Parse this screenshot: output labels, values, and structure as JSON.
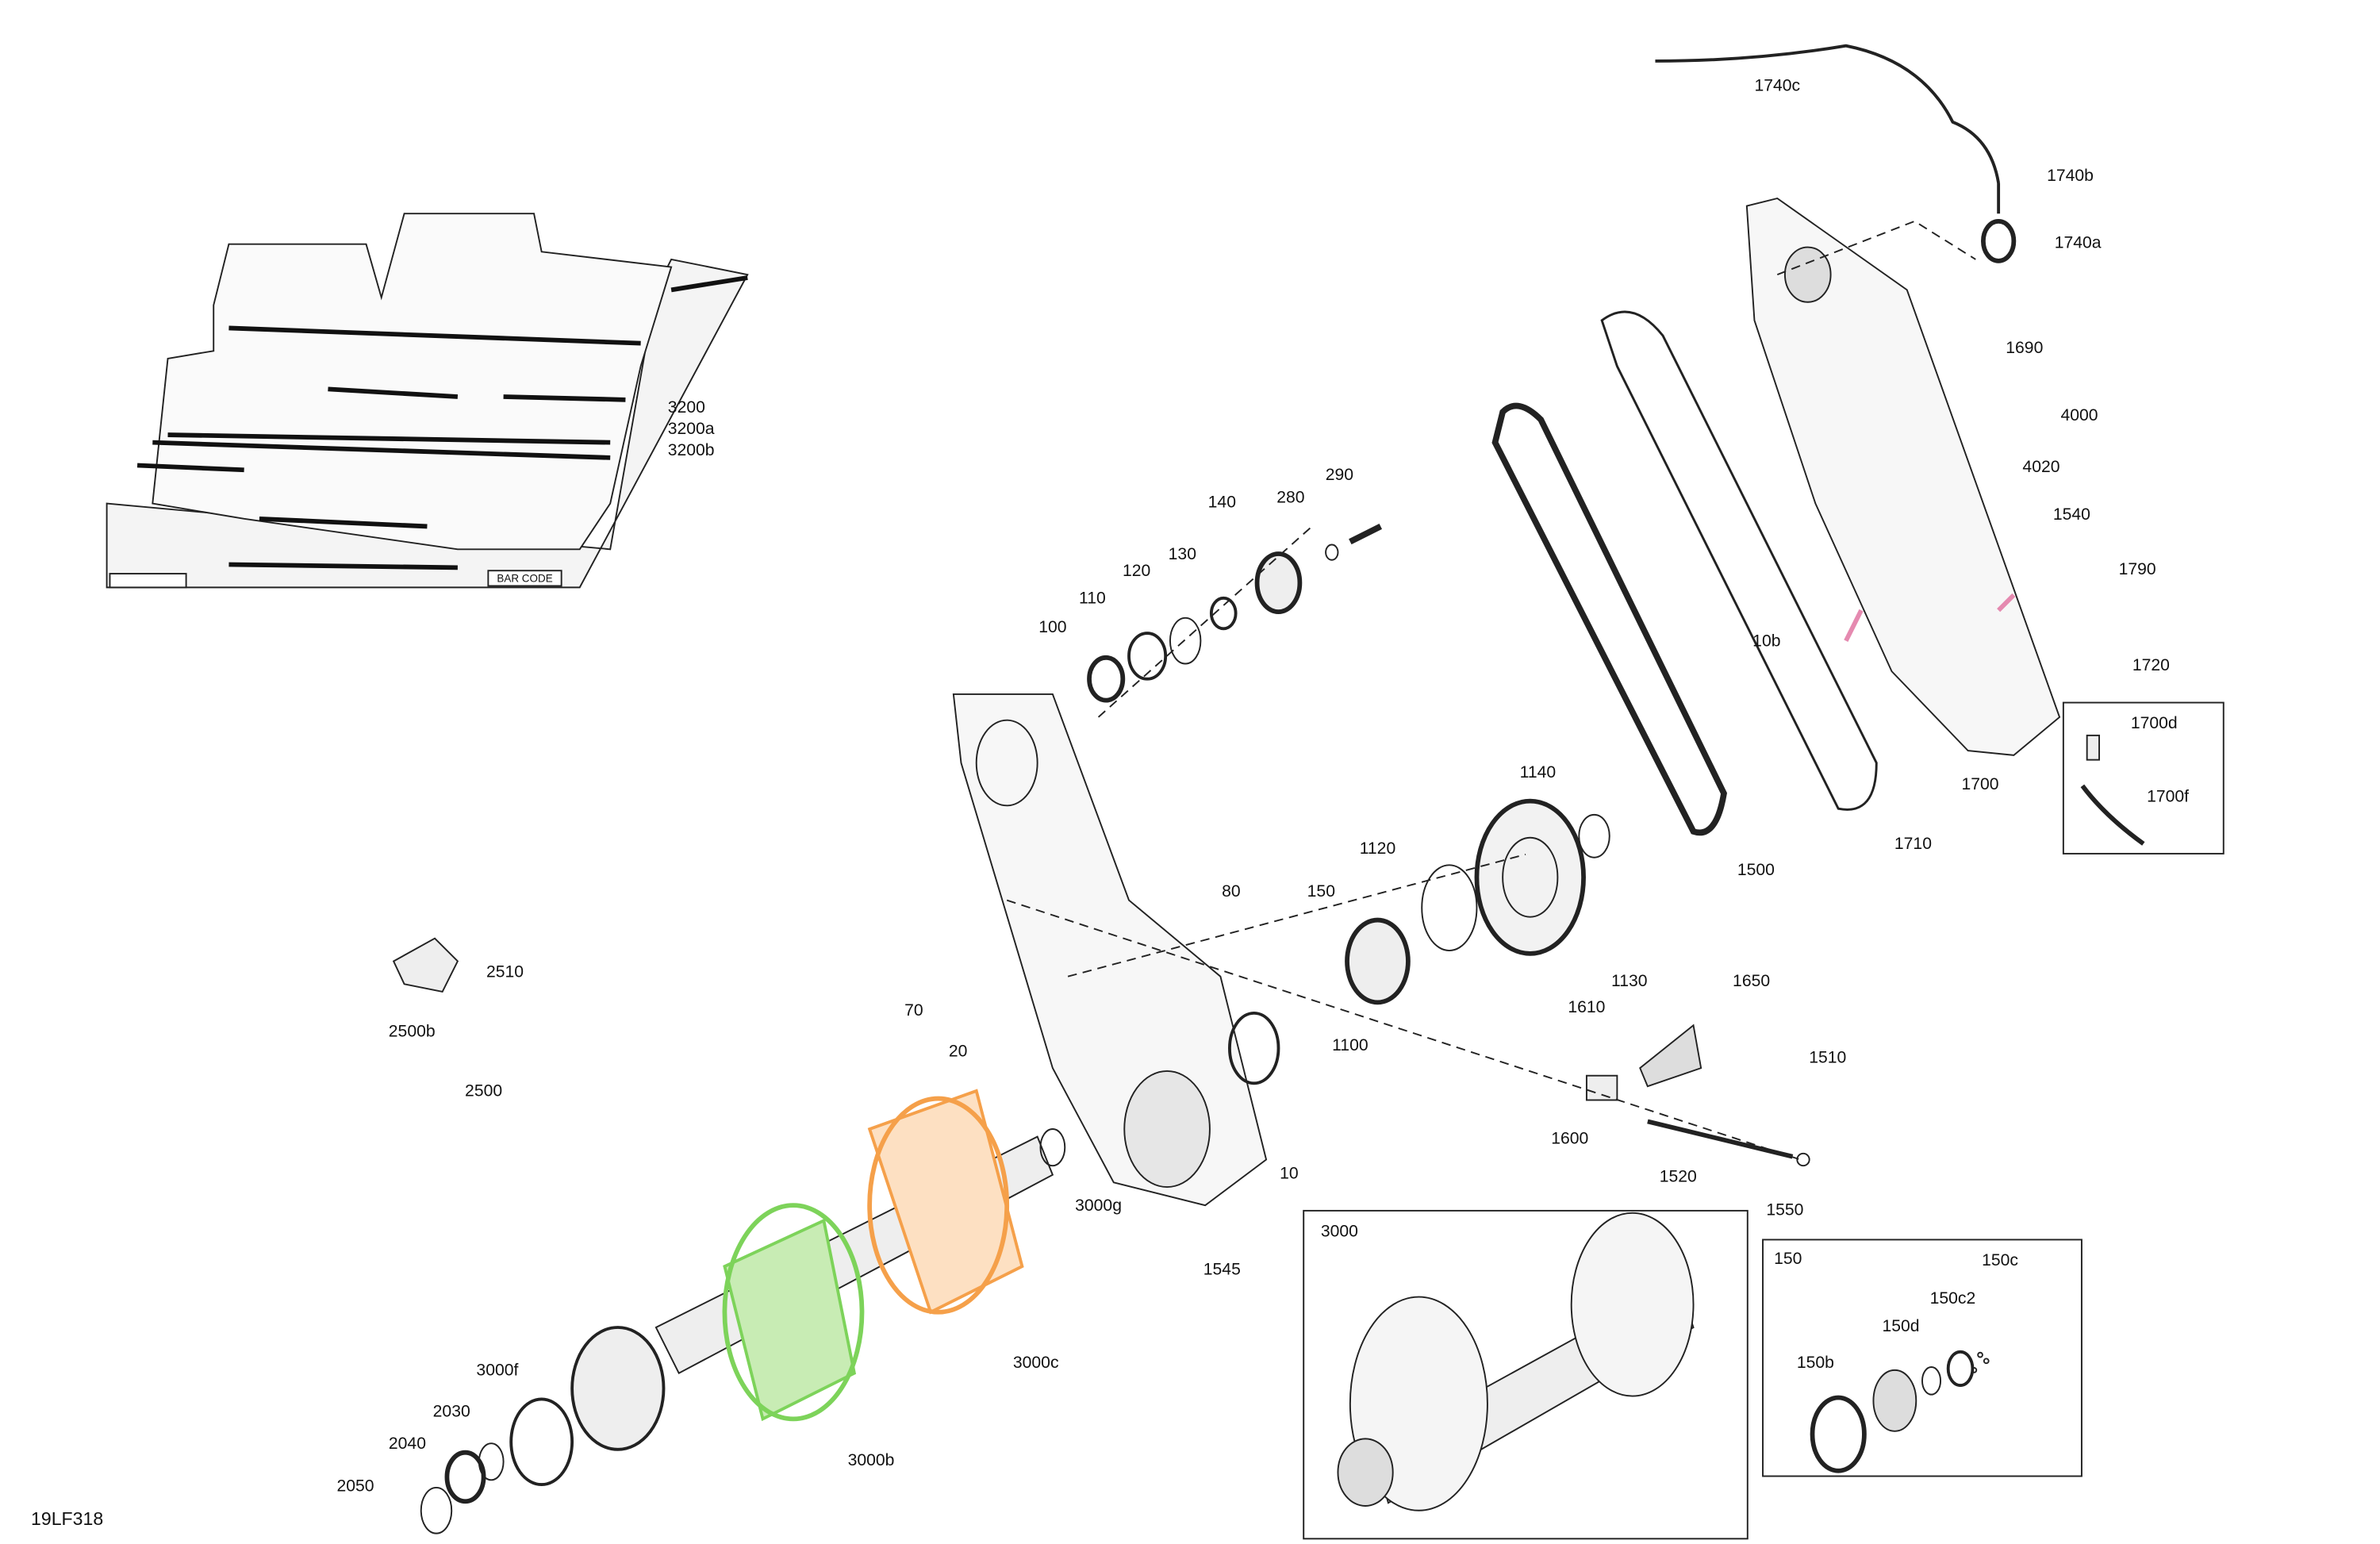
{
  "diagram_code": "19LF318",
  "track": {
    "labels": [
      "3200",
      "3200a",
      "3200b"
    ],
    "barcode_text": "BAR CODE"
  },
  "callouts": [
    {
      "id": "1740c",
      "t": "1740c"
    },
    {
      "id": "1740b",
      "t": "1740b"
    },
    {
      "id": "1740a",
      "t": "1740a"
    },
    {
      "id": "1690",
      "t": "1690"
    },
    {
      "id": "4000",
      "t": "4000"
    },
    {
      "id": "4020",
      "t": "4020"
    },
    {
      "id": "1540",
      "t": "1540"
    },
    {
      "id": "1790",
      "t": "1790"
    },
    {
      "id": "10b",
      "t": "10b"
    },
    {
      "id": "1720",
      "t": "1720"
    },
    {
      "id": "1700",
      "t": "1700"
    },
    {
      "id": "1710",
      "t": "1710"
    },
    {
      "id": "1500",
      "t": "1500"
    },
    {
      "id": "1140",
      "t": "1140"
    },
    {
      "id": "1120",
      "t": "1120"
    },
    {
      "id": "1130",
      "t": "1130"
    },
    {
      "id": "150",
      "t": "150"
    },
    {
      "id": "1100",
      "t": "1100"
    },
    {
      "id": "1650",
      "t": "1650"
    },
    {
      "id": "1610",
      "t": "1610"
    },
    {
      "id": "1510",
      "t": "1510"
    },
    {
      "id": "1600",
      "t": "1600"
    },
    {
      "id": "1520",
      "t": "1520"
    },
    {
      "id": "1550",
      "t": "1550"
    },
    {
      "id": "10",
      "t": "10"
    },
    {
      "id": "1545",
      "t": "1545"
    },
    {
      "id": "3000g",
      "t": "3000g"
    },
    {
      "id": "3000c",
      "t": "3000c"
    },
    {
      "id": "3000b",
      "t": "3000b"
    },
    {
      "id": "3000f",
      "t": "3000f"
    },
    {
      "id": "2030",
      "t": "2030"
    },
    {
      "id": "2040",
      "t": "2040"
    },
    {
      "id": "2050",
      "t": "2050"
    },
    {
      "id": "2510",
      "t": "2510"
    },
    {
      "id": "2500b",
      "t": "2500b"
    },
    {
      "id": "2500",
      "t": "2500"
    },
    {
      "id": "70",
      "t": "70"
    },
    {
      "id": "20",
      "t": "20"
    },
    {
      "id": "80",
      "t": "80"
    },
    {
      "id": "100",
      "t": "100"
    },
    {
      "id": "110",
      "t": "110"
    },
    {
      "id": "120",
      "t": "120"
    },
    {
      "id": "130",
      "t": "130"
    },
    {
      "id": "140",
      "t": "140"
    },
    {
      "id": "280",
      "t": "280"
    },
    {
      "id": "290",
      "t": "290"
    }
  ],
  "inset_1700": {
    "labels": [
      "1700d",
      "1700f"
    ]
  },
  "inset_3000": {
    "title": "3000"
  },
  "inset_150": {
    "title": "150",
    "labels": [
      "150c",
      "150c2",
      "150d",
      "150b"
    ]
  },
  "colors": {
    "sprocket_green": "#7dd35a",
    "sprocket_orange": "#f5a04a",
    "pin_pink": "#e58ab0"
  }
}
